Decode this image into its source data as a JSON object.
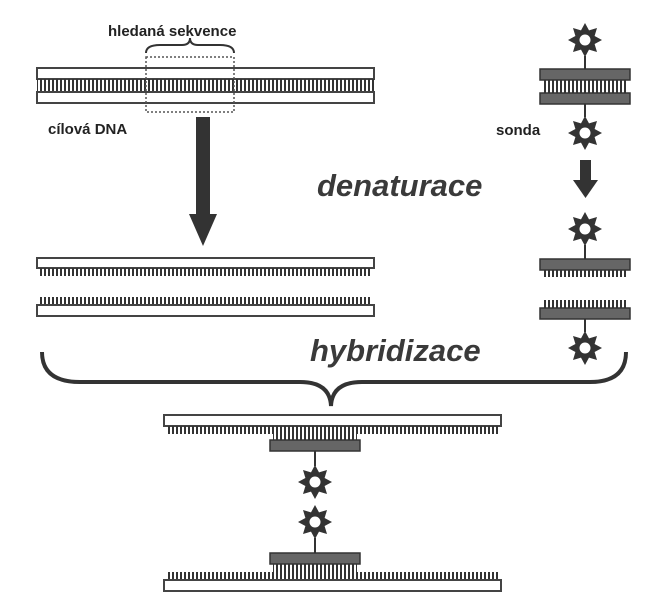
{
  "labels": {
    "target_sequence": "hledaná sekvence",
    "target_dna": "cílová DNA",
    "probe": "sonda",
    "denaturation": "denaturace",
    "hybridization": "hybridizace"
  },
  "colors": {
    "strand_outline": "#444444",
    "strand_fill": "#ffffff",
    "probe_fill": "#666666",
    "arrow": "#333333",
    "text": "#222222"
  },
  "icons": [
    "label-star-icon"
  ]
}
